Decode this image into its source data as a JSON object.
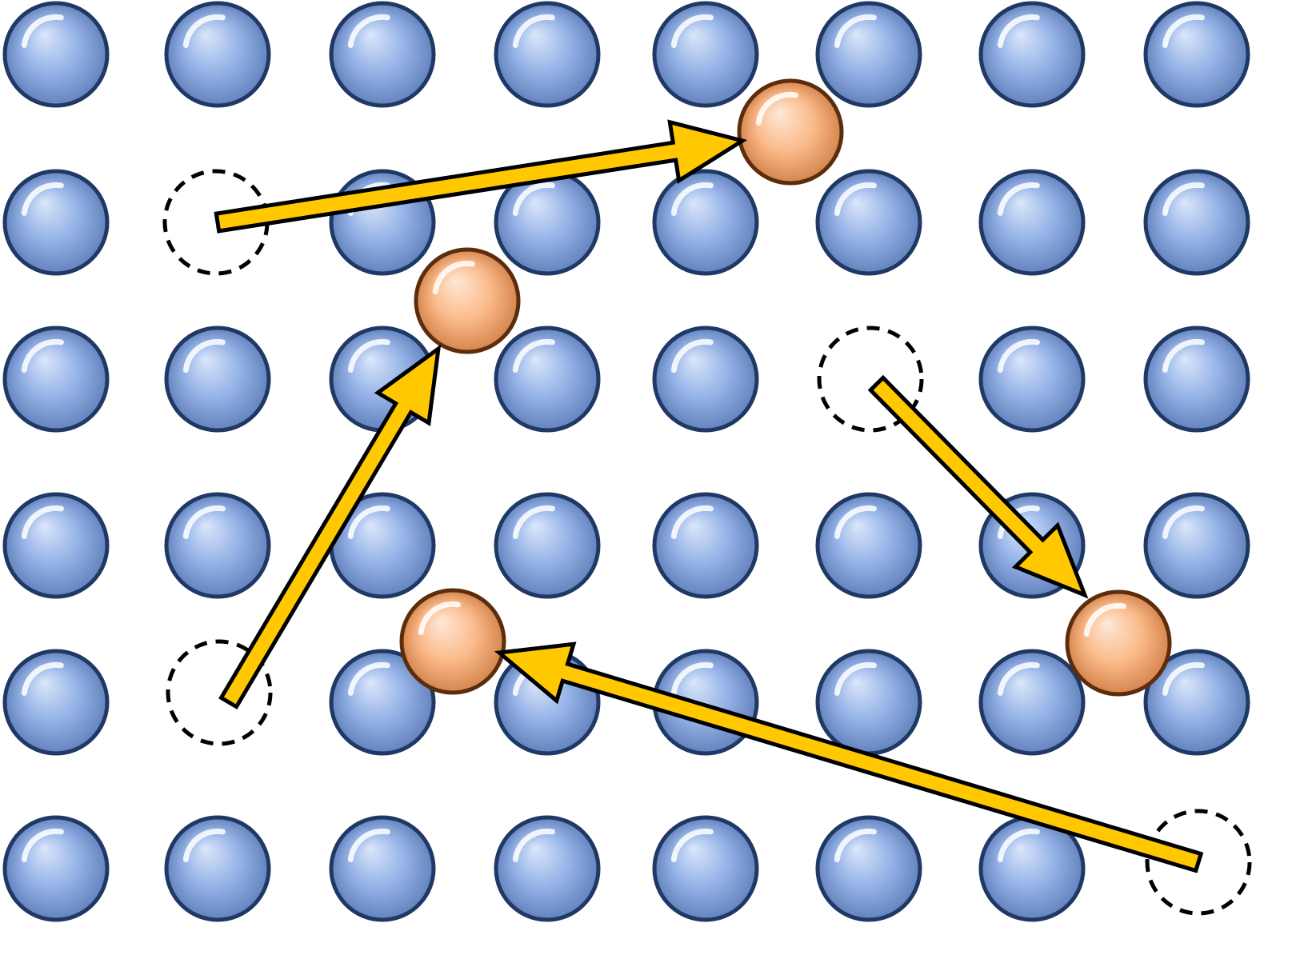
{
  "colors": {
    "background": "#ffffff",
    "lattice_atom_fill": "#94b2e6",
    "lattice_atom_highlight": "#dbe7fb",
    "lattice_atom_shadow": "#6483bd",
    "lattice_atom_outline": "#1f3864",
    "interstitial_atom_fill": "#fbbb8b",
    "interstitial_atom_highlight": "#fde9d9",
    "interstitial_atom_shadow": "#d5854d",
    "interstitial_atom_outline": "#5c2d0c",
    "vacancy_outline": "#000000",
    "arrow_fill": "#ffc800",
    "arrow_outline": "#000000"
  },
  "lattice": {
    "rows": 6,
    "columns": 8,
    "vacant_sites": [
      {
        "row": 1,
        "col": 1
      },
      {
        "row": 2,
        "col": 5
      },
      {
        "row": 4,
        "col": 1
      },
      {
        "row": 5,
        "col": 7
      }
    ]
  },
  "interstitial_atom_count": 4,
  "migration_count": 4
}
